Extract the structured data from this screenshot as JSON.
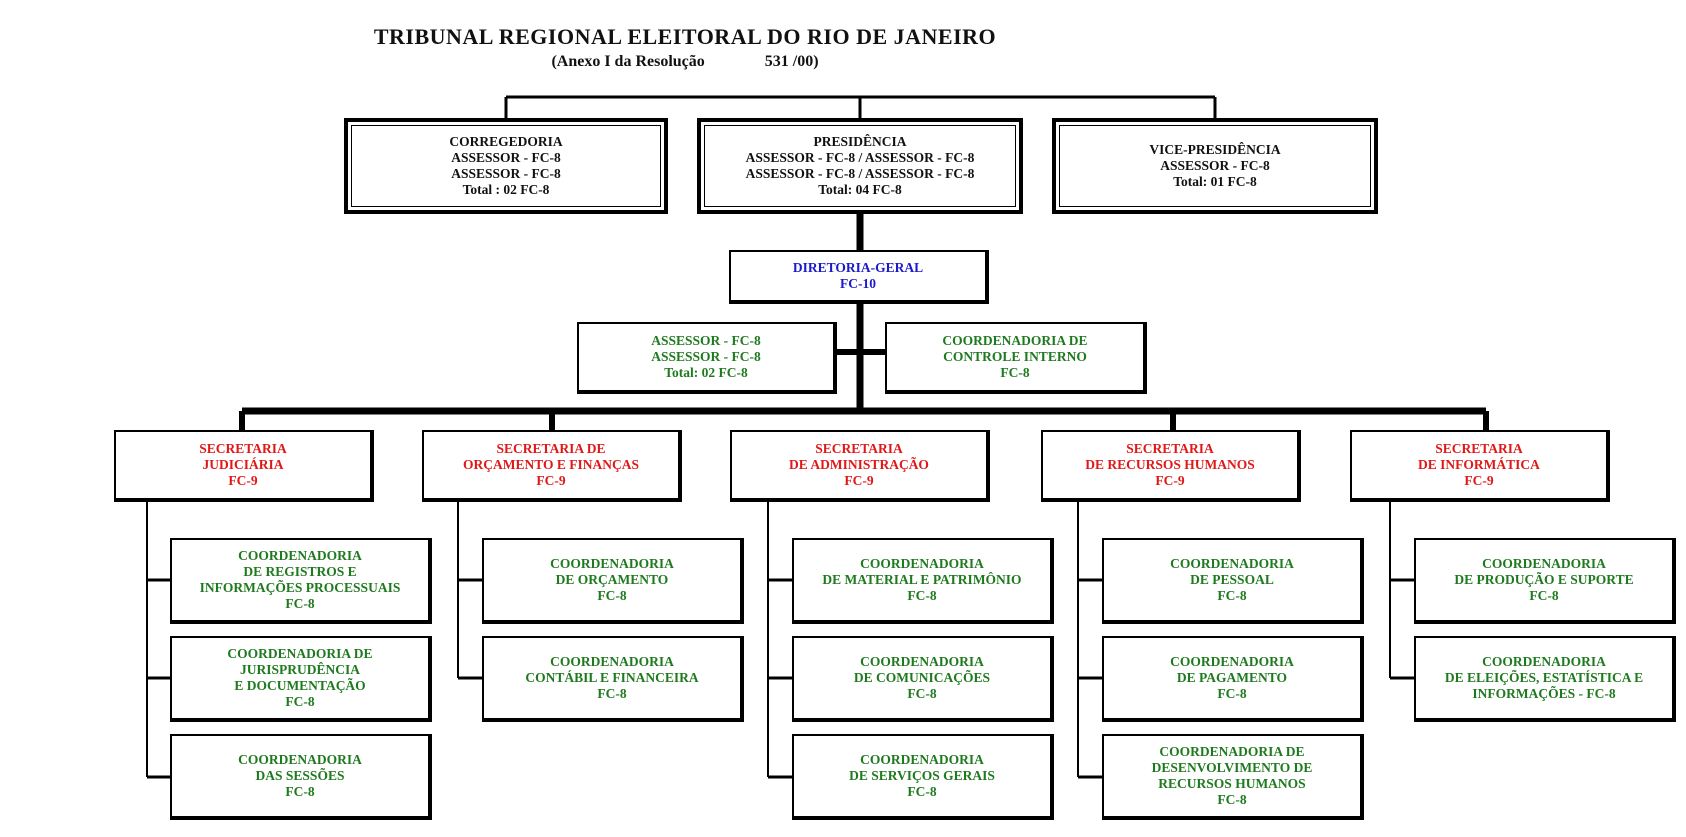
{
  "header": {
    "title": "TRIBUNAL REGIONAL ELEITORAL DO RIO DE JANEIRO",
    "subtitle_left": "(Anexo I da Resolução",
    "subtitle_right": "531  /00)"
  },
  "top": {
    "corregedoria": [
      "CORREGEDORIA",
      "ASSESSOR - FC-8",
      "ASSESSOR - FC-8",
      "Total : 02  FC-8"
    ],
    "presidencia": [
      "PRESIDÊNCIA",
      "ASSESSOR - FC-8  /   ASSESSOR  - FC-8",
      "ASSESSOR - FC-8  /   ASSESSOR  - FC-8",
      "Total: 04 FC-8"
    ],
    "vice": [
      "VICE-PRESIDÊNCIA",
      "ASSESSOR - FC-8",
      "Total: 01 FC-8"
    ]
  },
  "diretoria": [
    "DIRETORIA-GERAL",
    "FC-10"
  ],
  "assessor": [
    "ASSESSOR - FC-8",
    "ASSESSOR - FC-8",
    "Total: 02 FC-8"
  ],
  "controle": [
    "COORDENADORIA DE",
    "CONTROLE INTERNO",
    "FC-8"
  ],
  "secretarias": [
    {
      "name": [
        "SECRETARIA",
        "JUDICIÁRIA",
        "FC-9"
      ],
      "coords": [
        [
          "COORDENADORIA",
          "DE REGISTROS E",
          "INFORMAÇÕES PROCESSUAIS",
          "FC-8"
        ],
        [
          "COORDENADORIA DE",
          "JURISPRUDÊNCIA",
          "E DOCUMENTAÇÃO",
          "FC-8"
        ],
        [
          "COORDENADORIA",
          "DAS SESSÕES",
          "FC-8"
        ]
      ]
    },
    {
      "name": [
        "SECRETARIA  DE",
        "ORÇAMENTO E FINANÇAS",
        "FC-9"
      ],
      "coords": [
        [
          "COORDENADORIA",
          "DE ORÇAMENTO",
          "FC-8"
        ],
        [
          "COORDENADORIA",
          "CONTÁBIL E FINANCEIRA",
          "FC-8"
        ]
      ]
    },
    {
      "name": [
        "SECRETARIA",
        "DE ADMINISTRAÇÃO",
        "FC-9"
      ],
      "coords": [
        [
          "COORDENADORIA",
          "DE  MATERIAL E PATRIMÔNIO",
          "FC-8"
        ],
        [
          "COORDENADORIA",
          "DE COMUNICAÇÕES",
          "FC-8"
        ],
        [
          "COORDENADORIA",
          "DE SERVIÇOS GERAIS",
          "FC-8"
        ]
      ]
    },
    {
      "name": [
        "SECRETARIA",
        "DE RECURSOS HUMANOS",
        "FC-9"
      ],
      "coords": [
        [
          "COORDENADORIA",
          "DE PESSOAL",
          "FC-8"
        ],
        [
          "COORDENADORIA",
          "DE PAGAMENTO",
          "FC-8"
        ],
        [
          "COORDENADORIA DE",
          "DESENVOLVIMENTO DE",
          "RECURSOS HUMANOS",
          "FC-8"
        ]
      ]
    },
    {
      "name": [
        "SECRETARIA",
        "DE INFORMÁTICA",
        "FC-9"
      ],
      "coords": [
        [
          "COORDENADORIA",
          "DE  PRODUÇÃO E SUPORTE",
          "FC-8"
        ],
        [
          "COORDENADORIA",
          "DE ELEIÇÕES, ESTATÍSTICA E",
          "INFORMAÇÕES - FC-8"
        ]
      ]
    }
  ],
  "colors": {
    "line": "#000000",
    "head_text": "#111111",
    "diretoria_text": "#1a1acc",
    "secretaria_text": "#e01818",
    "coordenadoria_text": "#1f7a1f"
  }
}
